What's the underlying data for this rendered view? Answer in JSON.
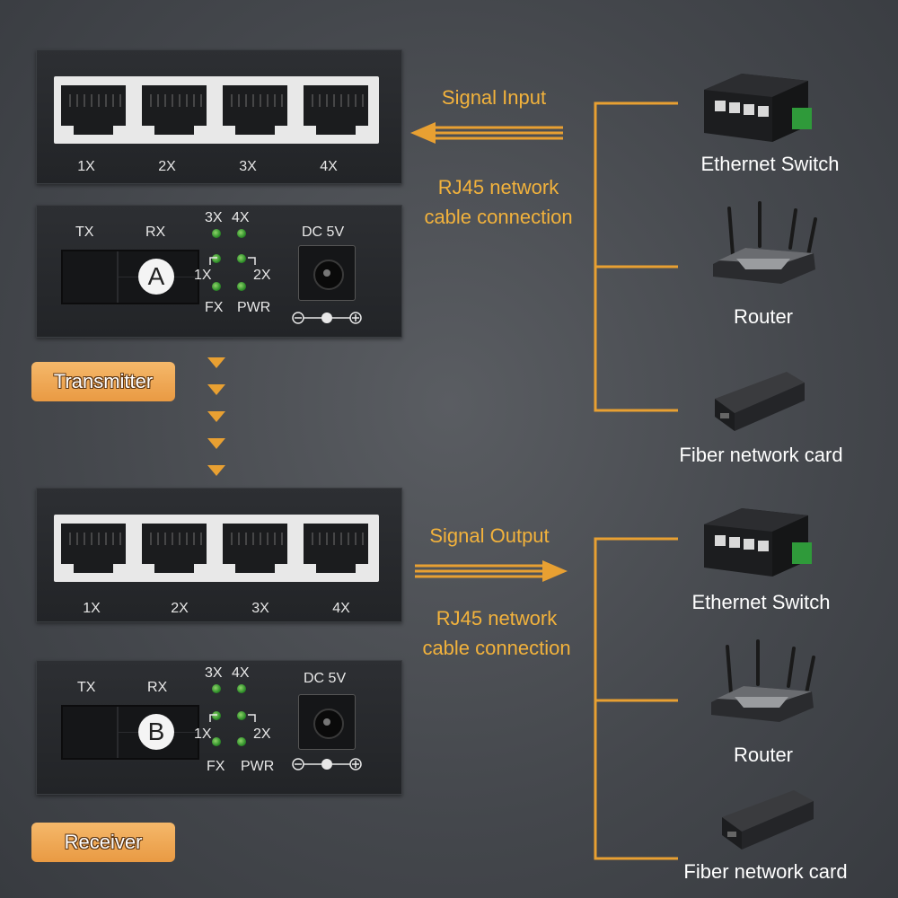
{
  "transmitter": {
    "ports": [
      "1X",
      "2X",
      "3X",
      "4X"
    ],
    "tx": "TX",
    "rx": "RX",
    "letter": "A",
    "led_labels": {
      "l3x": "3X",
      "l4x": "4X",
      "l1x": "1X",
      "l2x": "2X",
      "fx": "FX",
      "pwr": "PWR"
    },
    "dc": "DC 5V",
    "tag": "Transmitter"
  },
  "receiver": {
    "ports": [
      "1X",
      "2X",
      "3X",
      "4X"
    ],
    "tx": "TX",
    "rx": "RX",
    "letter": "B",
    "led_labels": {
      "l3x": "3X",
      "l4x": "4X",
      "l1x": "1X",
      "l2x": "2X",
      "fx": "FX",
      "pwr": "PWR"
    },
    "dc": "DC 5V",
    "tag": "Receiver"
  },
  "input_section": {
    "signal": "Signal Input",
    "cable_line1": "RJ45 network",
    "cable_line2": "cable connection",
    "devices": [
      "Ethernet Switch",
      "Router",
      "Fiber network card"
    ]
  },
  "output_section": {
    "signal": "Signal Output",
    "cable_line1": "RJ45 network",
    "cable_line2": "cable connection",
    "devices": [
      "Ethernet Switch",
      "Router",
      "Fiber network card"
    ]
  },
  "colors": {
    "accent": "#f2b23c",
    "tag": "#eea14b",
    "led": "#3fa83a"
  }
}
